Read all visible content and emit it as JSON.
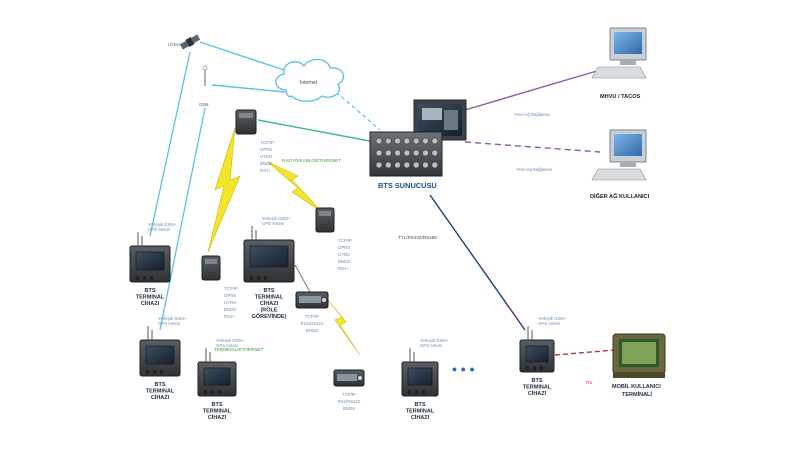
{
  "diagram": {
    "server": {
      "label": "BTS SUNUCUSU"
    },
    "internet": {
      "label": "Internet"
    },
    "satellite": {
      "label": "UYDU"
    },
    "gsm": {
      "label": "GSM"
    },
    "pcs": [
      {
        "label": "MHVU / TACOS",
        "link": "Yerel Ağ Bağlantısı"
      },
      {
        "label": "DİĞER AĞ KULLANICI",
        "link": "Yerel Ağ Bağlantısı"
      }
    ],
    "links": {
      "radio_ethernet": "RADYO/KABLO/ETHERNET",
      "serial": "TTL/RS232/RS485",
      "terminal_ethernet": "TERMINAL/ETHERNET",
      "rs_port": "RS"
    },
    "radio_caption": [
      "TCP/IP",
      "GPRS",
      "UYDU",
      "BNDS",
      "RS1+"
    ],
    "modem_caption": [
      "TCP/IP",
      "RS1/RS422",
      "BNDS"
    ],
    "terminals": [
      {
        "id": "t1",
        "name": [
          "BTS",
          "TERMINAL",
          "CİHAZI"
        ],
        "top": [
          "Yerleşik GSM+",
          "GPS Anteni"
        ]
      },
      {
        "id": "t2",
        "name": [
          "BTS",
          "TERMINAL",
          "CİHAZI"
        ],
        "top": [
          "Yerleşik GSM+",
          "GPS Anteni"
        ]
      },
      {
        "id": "t3",
        "name": [
          "BTS",
          "TERMINAL",
          "CİHAZI"
        ],
        "top": [
          "Yerleşik GSM+",
          "GPS Anteni"
        ]
      },
      {
        "id": "t4",
        "name": [
          "BTS",
          "TERMINAL",
          "CİHAZI",
          "(RÖLE",
          "GÖREVİNDE)"
        ],
        "top": [
          "Yerleşik GSM+",
          "GPS Anteni"
        ]
      },
      {
        "id": "t5",
        "name": [
          "BTS",
          "TERMINAL",
          "CİHAZI"
        ],
        "top": [
          "Yerleşik GSM+",
          "GPS Anteni"
        ]
      },
      {
        "id": "t6",
        "name": [
          "BTS",
          "TERMINAL",
          "CİHAZI"
        ],
        "top": [
          "Yerleşik GSM+",
          "GPS Anteni"
        ]
      }
    ],
    "mobile": {
      "label": [
        "MOBİL KULLANICI",
        "TERMİNALİ"
      ]
    },
    "ellipsis": "• • •"
  }
}
